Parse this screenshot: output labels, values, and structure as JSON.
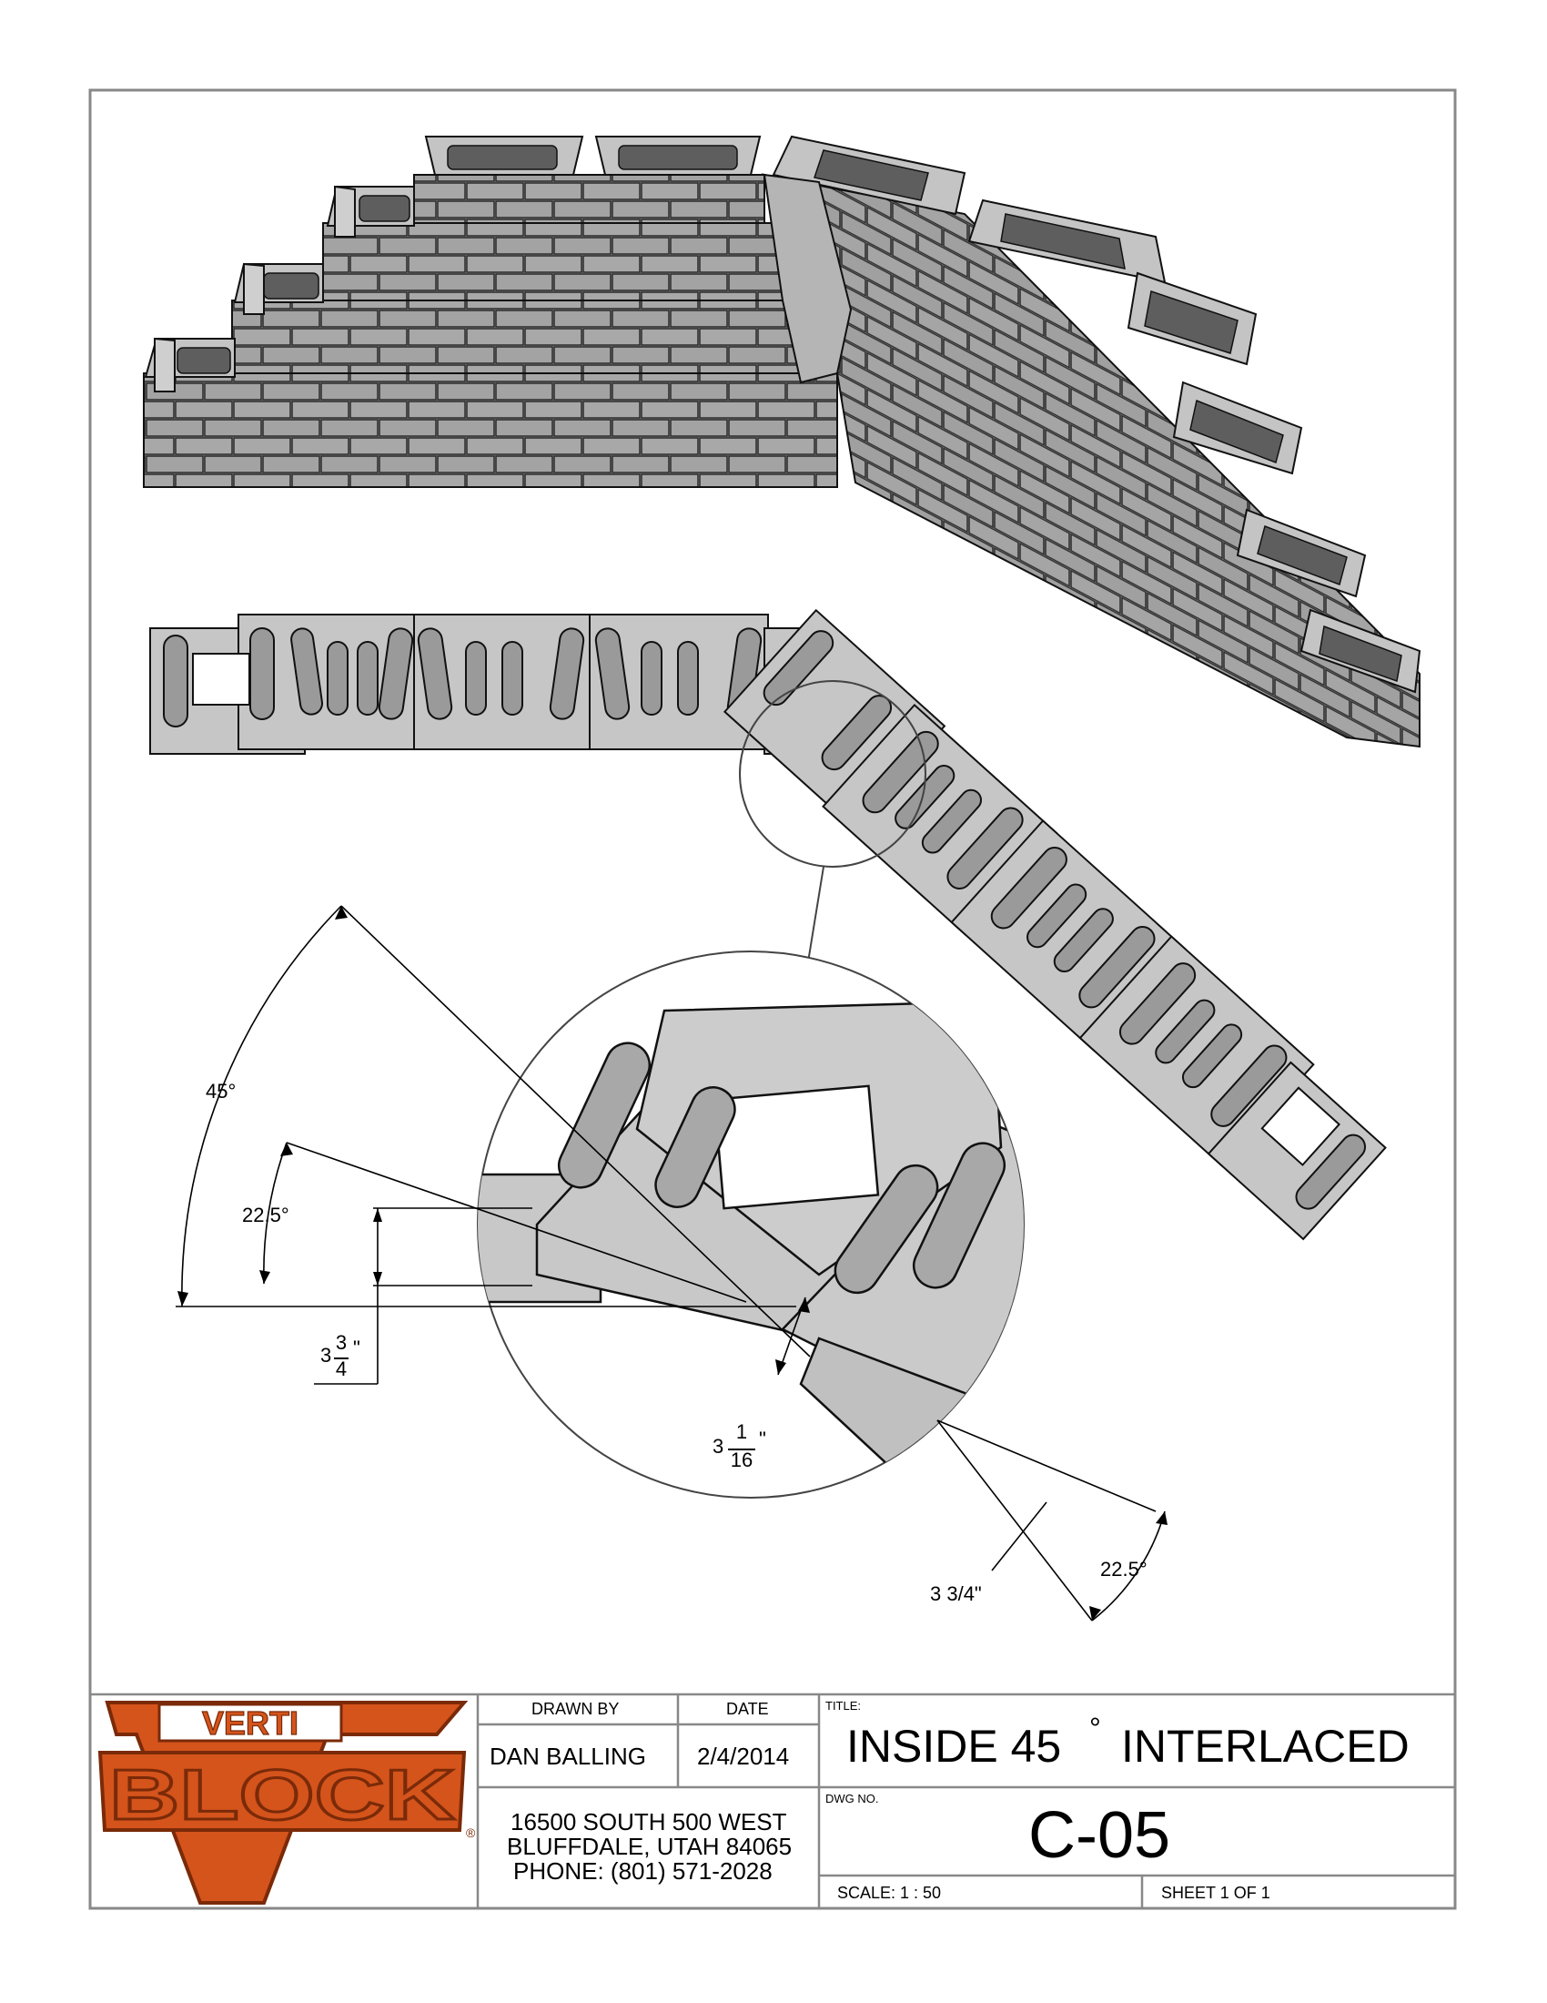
{
  "drawing": {
    "dimensions": {
      "angle_45": "45°",
      "angle_left": "22.5°",
      "angle_right": "22.5°",
      "offset_left_whole": "3",
      "offset_left_num": "3",
      "offset_left_den": "4",
      "offset_left_unit": "\"",
      "offset_center_whole": "3",
      "offset_center_num": "1",
      "offset_center_den": "16",
      "offset_center_unit": "\"",
      "offset_right": "3 3/4\""
    }
  },
  "title_block": {
    "logo_text_top": "VERTI",
    "logo_text_main": "BLOCK",
    "logo_registered": "®",
    "drawn_by_label": "DRAWN BY",
    "drawn_by_value": "DAN BALLING",
    "date_label": "DATE",
    "date_value": "2/4/2014",
    "address_line1": "16500 SOUTH 500 WEST",
    "address_line2": "BLUFFDALE, UTAH 84065",
    "address_line3": "PHONE: (801) 571-2028",
    "title_label": "TITLE:",
    "title_value": "INSIDE 45",
    "title_degree": "°",
    "title_value2": "INTERLACED",
    "dwg_label": "DWG NO.",
    "dwg_value": "C-05",
    "scale": "SCALE: 1 : 50",
    "sheet": "SHEET 1 OF 1"
  },
  "colors": {
    "block_face": "#a9a9a9",
    "block_top": "#c2c2c2",
    "block_dark": "#6e6e6e",
    "line": "#000000",
    "logo_orange": "#d4541c",
    "logo_stroke": "#7a2a08"
  }
}
